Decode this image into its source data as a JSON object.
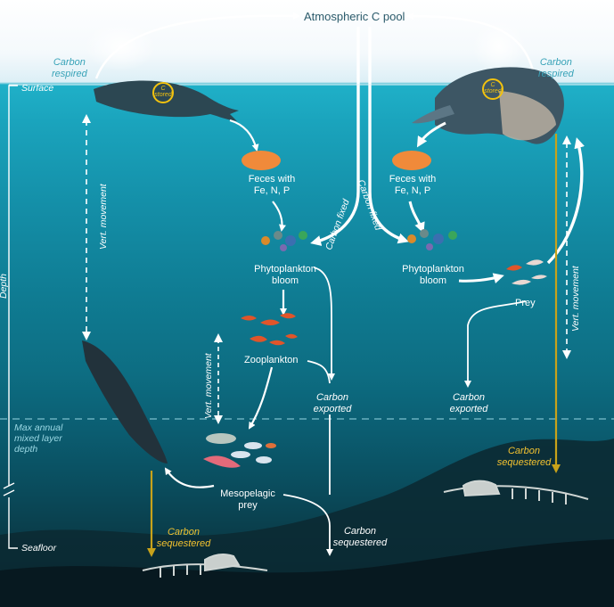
{
  "atmosphere": {
    "label": "Atmospheric C pool"
  },
  "surface": {
    "left_carbon_respired": [
      "Carbon",
      "respired"
    ],
    "right_carbon_respired": [
      "Carbon",
      "respired"
    ],
    "surface_label": "Surface"
  },
  "axis": {
    "depth": "Depth",
    "max_mixed_layer": [
      "Max annual",
      "mixed layer",
      "depth"
    ],
    "seafloor": "Seafloor"
  },
  "whale_badge": [
    "C",
    "stored"
  ],
  "left_food_web": {
    "feces": [
      "Feces with",
      "Fe, N, P"
    ],
    "phytoplankton": [
      "Phytoplankton",
      "bloom"
    ],
    "zooplankton": "Zooplankton",
    "mesopelagic": [
      "Mesopelagic",
      "prey"
    ],
    "carbon_fixed": "Carbon fixed",
    "carbon_exported": [
      "Carbon",
      "exported"
    ],
    "carbon_sequestered_center": [
      "Carbon",
      "sequestered"
    ],
    "carbon_sequestered_left": [
      "Carbon",
      "sequestered"
    ],
    "vert_movement_whale": "Vert. movement",
    "vert_movement_zoo": "Vert. movement"
  },
  "right_food_web": {
    "feces": [
      "Feces with",
      "Fe, N, P"
    ],
    "phytoplankton": [
      "Phytoplankton",
      "bloom"
    ],
    "prey": "Prey",
    "carbon_fixed": "Carbon fixed",
    "carbon_exported": [
      "Carbon",
      "exported"
    ],
    "carbon_sequestered": [
      "Carbon",
      "sequestered"
    ],
    "vert_movement": "Vert. movement"
  },
  "colors": {
    "arrow": "#ffffff",
    "sequestration_arrow": "#c8a21a",
    "badge_ring": "#f2c20f",
    "feces": "#f08a3a",
    "sequestered_text": "#f2c230",
    "axis_text": "#cfe3ea"
  }
}
